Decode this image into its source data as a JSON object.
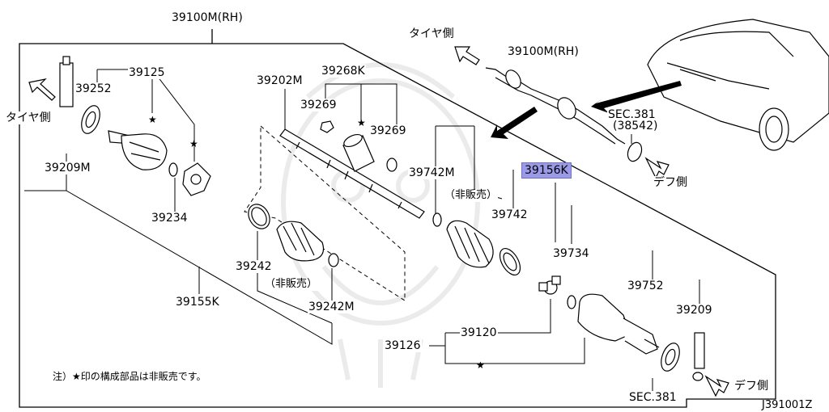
{
  "diagram_code": "J391001Z",
  "footnote": "注）★印の構成部品は非販売です。",
  "assembly_label": "39100M(RH)",
  "overview": {
    "assembly_label": "39100M(RH)",
    "tire_side": "タイヤ側",
    "diff_side": "デフ側",
    "sec_label": "SEC.381",
    "sec_sub": "(38542)"
  },
  "left_group": {
    "tire_side": "タイヤ側",
    "parts": {
      "p39125": "39125",
      "p39252": "39252",
      "p39209M": "39209M",
      "p39234": "39234",
      "p39155K": "39155K",
      "p39202M": "39202M",
      "p39268K": "39268K",
      "p39269a": "39269",
      "p39269b": "39269",
      "p39242": "39242",
      "p39242M": "39242M",
      "not_sold": "（非販売）"
    }
  },
  "right_group": {
    "parts": {
      "p39742M": "39742M",
      "p39742": "39742",
      "p39156K": "39156K",
      "p39734": "39734",
      "p39752": "39752",
      "p39209": "39209",
      "p39120": "39120",
      "p39126": "39126",
      "not_sold": "（非販売）"
    },
    "sec_label": "SEC.381",
    "diff_side": "デフ側"
  },
  "highlighted_part": "39156K"
}
